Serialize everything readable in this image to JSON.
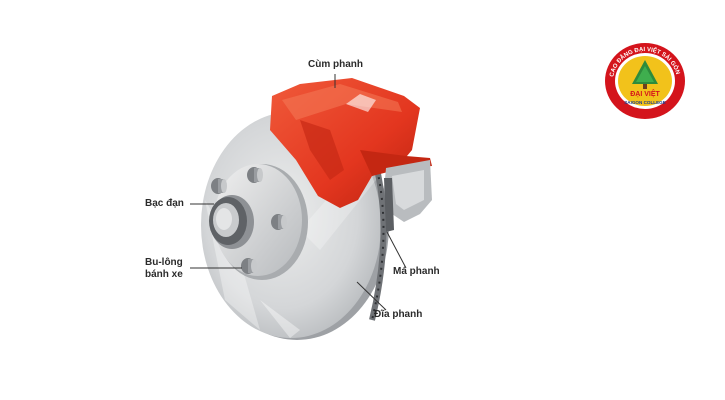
{
  "diagram": {
    "labels": {
      "caliper": "Cùm phanh",
      "bearing": "Bạc đạn",
      "wheel_bolt_line1": "Bu-lông",
      "wheel_bolt_line2": "bánh xe",
      "brake_pad": "Má phanh",
      "brake_disc": "Đĩa phanh"
    },
    "colors": {
      "caliper": "#e3361f",
      "disc": "#d7d9db",
      "hub": "#c9cbcd",
      "background": "#ffffff"
    }
  },
  "logo": {
    "arc_text": "CAO ĐẲNG ĐẠI VIỆT SÀI GÒN",
    "name": "ĐẠI VIỆT",
    "subtitle": "SAIGON COLLEGE",
    "colors": {
      "ring": "#d4141c",
      "inner": "#f2c21b",
      "tree": "#2e8b3c"
    }
  }
}
